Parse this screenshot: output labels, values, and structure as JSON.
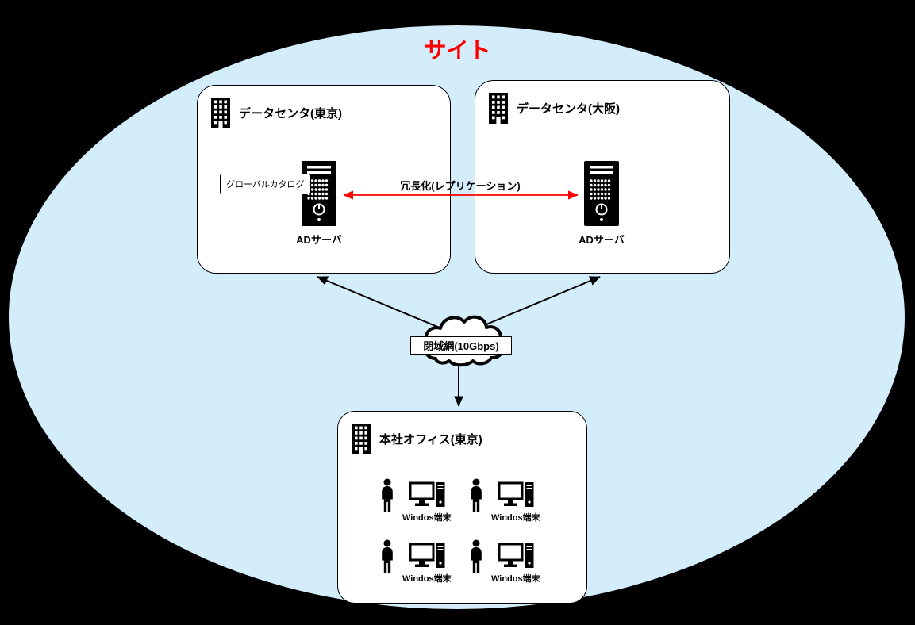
{
  "colors": {
    "background": "#000000",
    "site_fill": "#d4edfa",
    "box_fill": "#ffffff",
    "line_black": "#000000",
    "accent_red": "#ff0000"
  },
  "site": {
    "title": "サイト"
  },
  "datacenters": {
    "tokyo": {
      "title": "データセンタ(東京)",
      "server_label": "ADサーバ",
      "callout": "グローバルカタログ"
    },
    "osaka": {
      "title": "データセンタ(大阪)",
      "server_label": "ADサーバ"
    }
  },
  "replication_label": "冗長化(レプリケーション)",
  "network_label": "閉域網(10Gbps)",
  "office": {
    "title": "本社オフィス(東京)",
    "terminals": [
      {
        "label": "Windos端末"
      },
      {
        "label": "Windos端末"
      },
      {
        "label": "Windos端末"
      },
      {
        "label": "Windos端末"
      }
    ]
  }
}
